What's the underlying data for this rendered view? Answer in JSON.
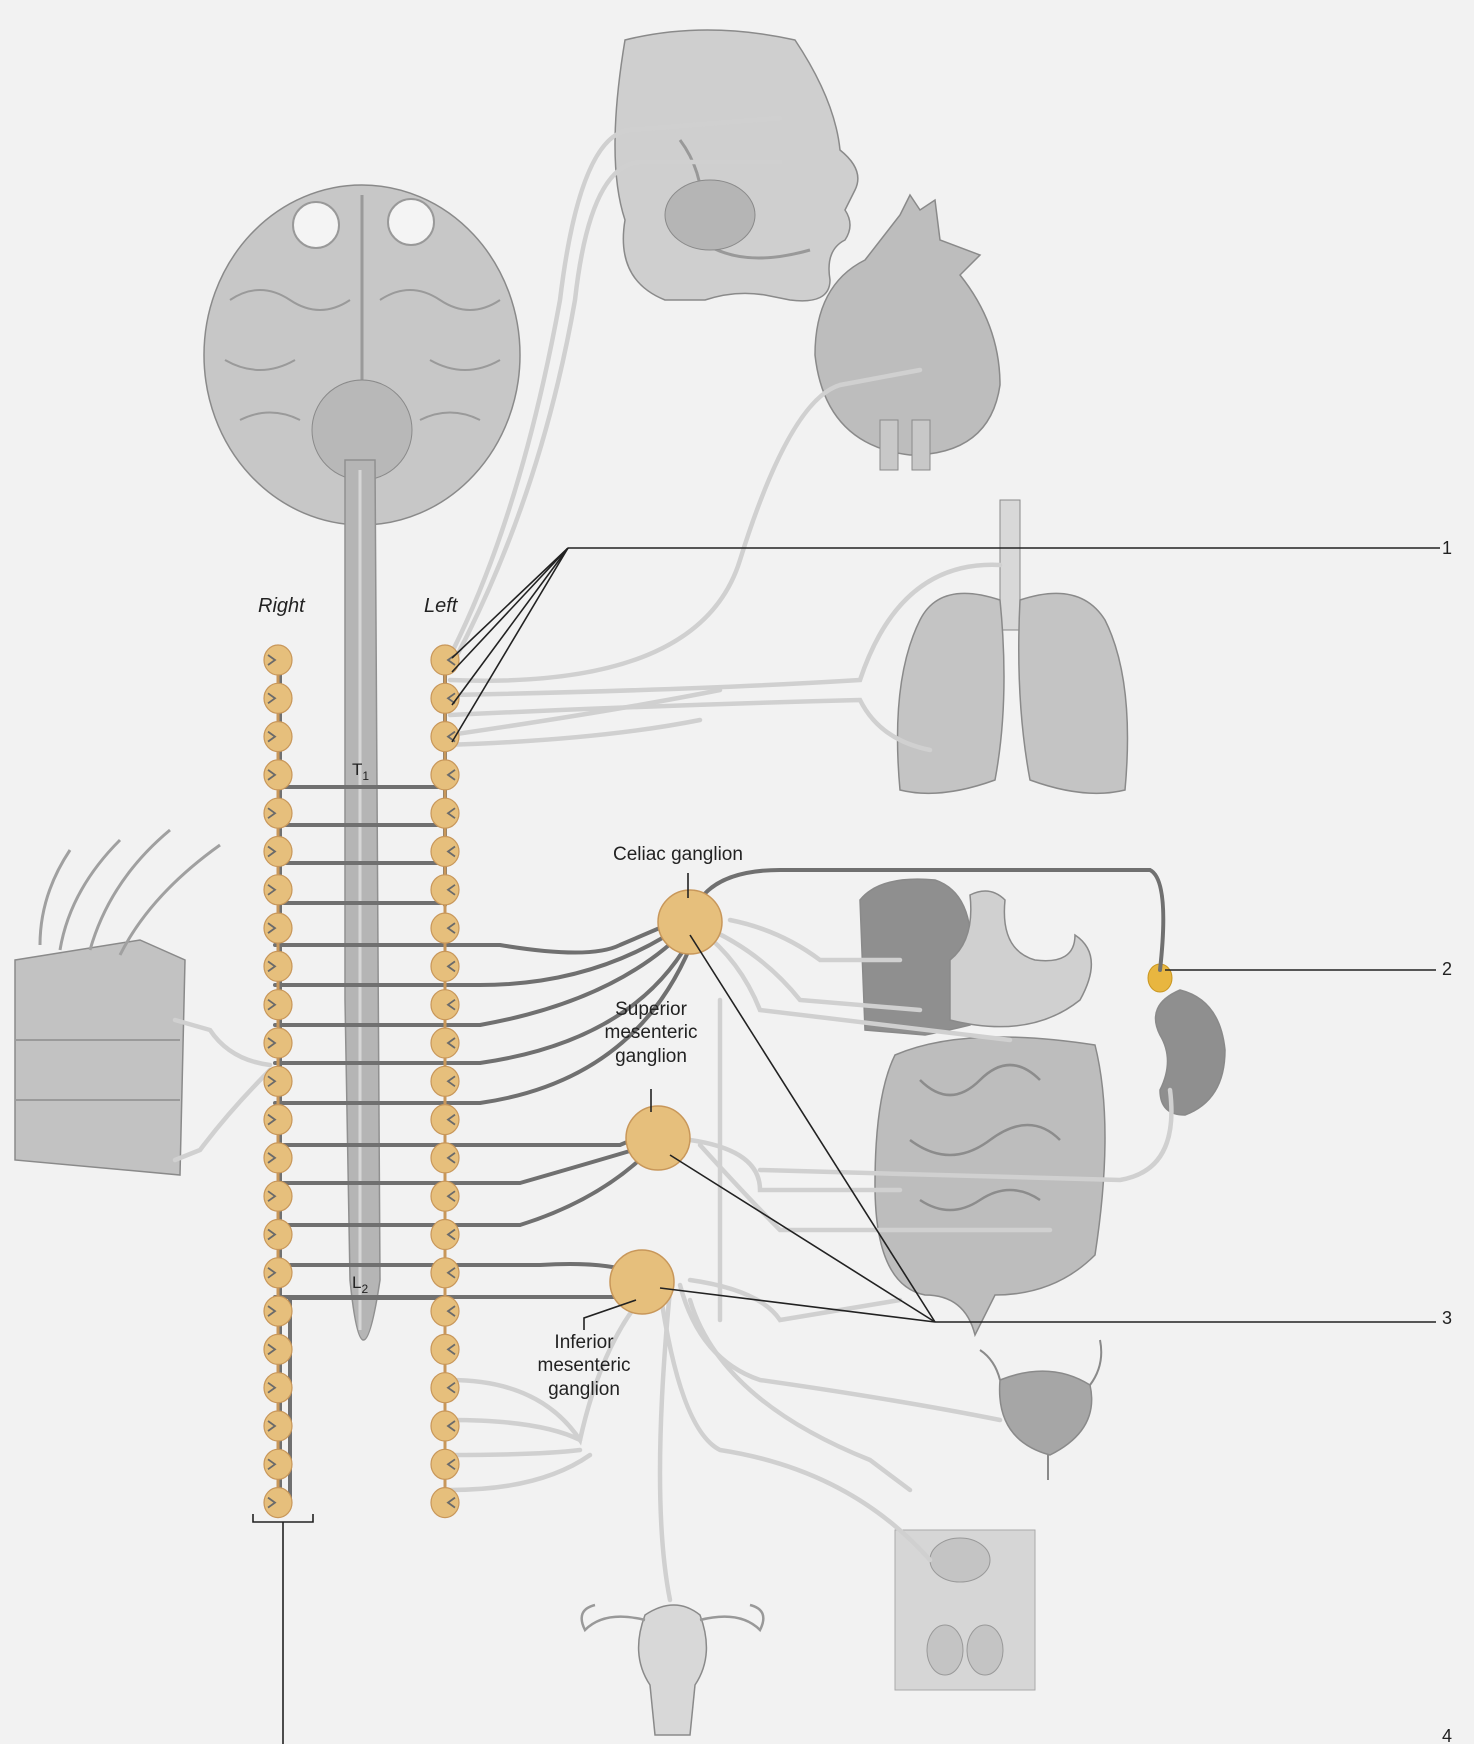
{
  "labels": {
    "right": "Right",
    "left": "Left",
    "t1": "T",
    "t1_sub": "1",
    "l2": "L",
    "l2_sub": "2",
    "celiac": "Celiac ganglion",
    "superior_1": "Superior",
    "superior_2": "mesenteric",
    "superior_3": "ganglion",
    "inferior_1": "Inferior",
    "inferior_2": "mesenteric",
    "inferior_3": "ganglion",
    "n1": "1",
    "n2": "2",
    "n3": "3",
    "n4": "4"
  },
  "colors": {
    "background": "#f2f2f2",
    "ganglion": "#e6bf7c",
    "ganglion_edge": "#c8975a",
    "organ_fill": "#c9c9c9",
    "organ_dark": "#8c8c8c",
    "preganglionic": "#707070",
    "postganglionic": "#d0d0d0",
    "adrenal": "#e8b640"
  },
  "icons": [
    "brain",
    "eyes",
    "head",
    "heart",
    "lungs",
    "skin",
    "liver",
    "stomach",
    "kidney",
    "intestines",
    "bladder",
    "uterus",
    "male-reproductive"
  ]
}
